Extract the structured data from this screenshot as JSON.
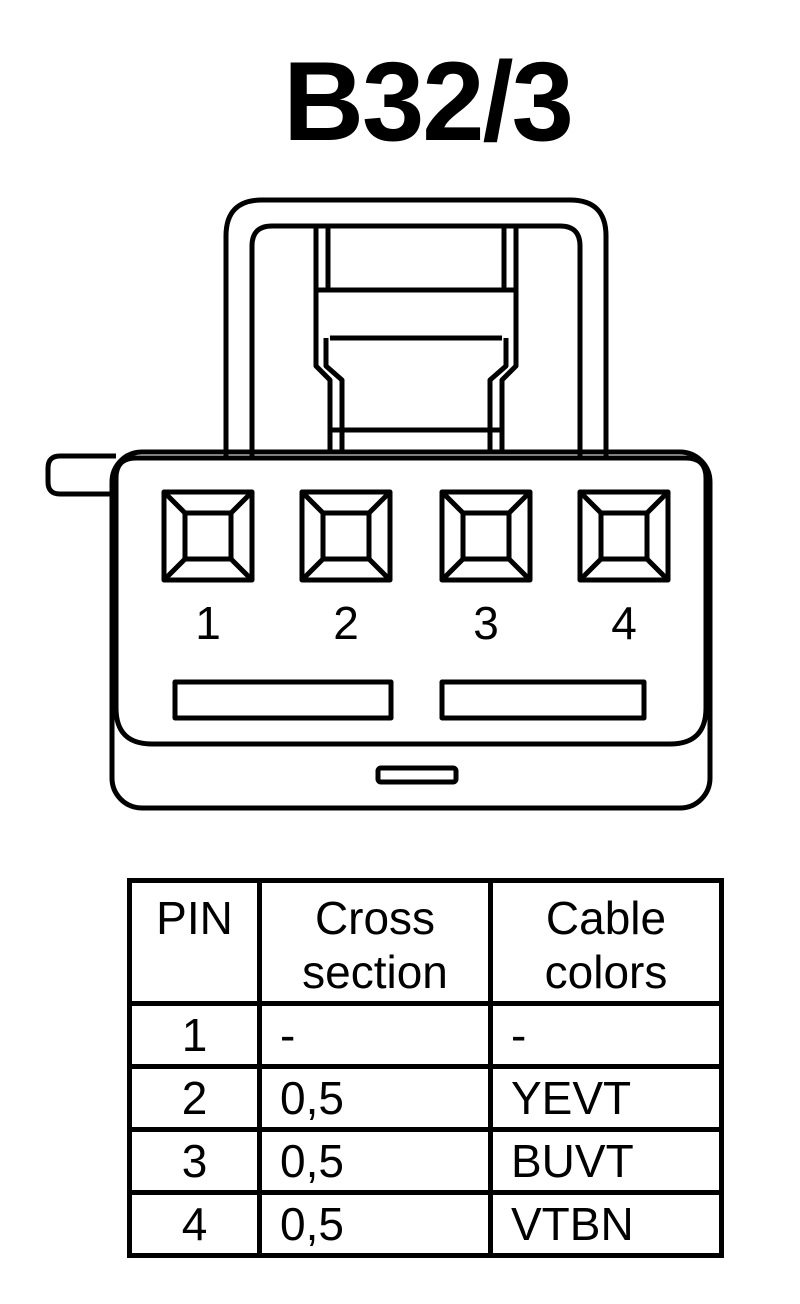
{
  "title": "B32/3",
  "pin_labels": [
    "1",
    "2",
    "3",
    "4"
  ],
  "table": {
    "headers": {
      "pin": "PIN",
      "cross_line1": "Cross",
      "cross_line2": "section",
      "color_line1": "Cable",
      "color_line2": "colors"
    },
    "rows": [
      {
        "pin": "1",
        "cross_section": "-",
        "cable_colors": "-"
      },
      {
        "pin": "2",
        "cross_section": "0,5",
        "cable_colors": "YEVT"
      },
      {
        "pin": "3",
        "cross_section": "0,5",
        "cable_colors": "BUVT"
      },
      {
        "pin": "4",
        "cross_section": "0,5",
        "cable_colors": "VTBN"
      }
    ]
  }
}
